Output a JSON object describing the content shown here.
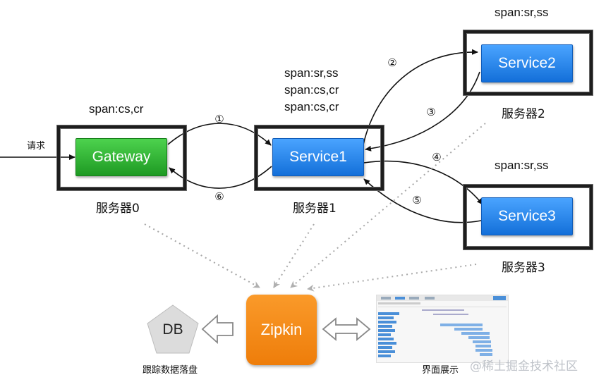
{
  "request_label": "请求",
  "servers": {
    "server0": {
      "name": "服务器0",
      "spans": "span:cs,cr",
      "node": "Gateway"
    },
    "server1": {
      "name": "服务器1",
      "spans": "span:sr,ss\nspan:cs,cr\nspan:cs,cr",
      "node": "Service1"
    },
    "server2": {
      "name": "服务器2",
      "spans": "span:sr,ss",
      "node": "Service2"
    },
    "server3": {
      "name": "服务器3",
      "spans": "span:sr,ss",
      "node": "Service3"
    }
  },
  "steps": [
    "①",
    "②",
    "③",
    "④",
    "⑤",
    "⑥"
  ],
  "zipkin": {
    "label": "Zipkin"
  },
  "db": {
    "label": "DB",
    "caption": "跟踪数据落盘"
  },
  "ui": {
    "caption": "界面展示"
  },
  "watermark": "@稀土掘金技术社区",
  "colors": {
    "blue_node": "#1e7be6",
    "green_node": "#2db32f",
    "zipkin": "#f58a17",
    "dotted": "#a8a8a8"
  }
}
